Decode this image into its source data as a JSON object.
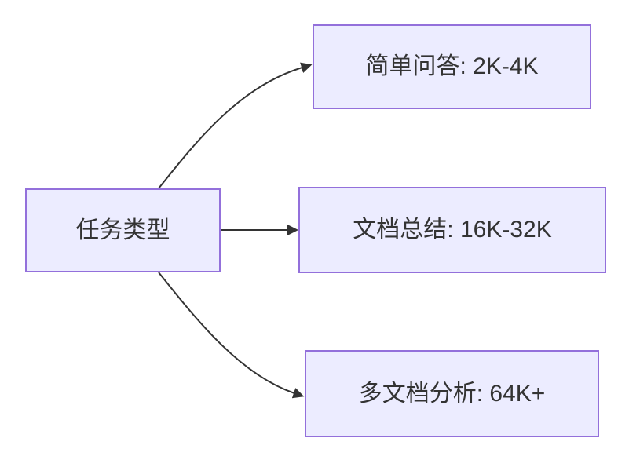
{
  "diagram": {
    "type": "flowchart",
    "direction": "left-to-right",
    "root": {
      "label": "任务类型"
    },
    "branches": [
      {
        "label": "简单问答: 2K-4K"
      },
      {
        "label": "文档总结: 16K-32K"
      },
      {
        "label": "多文档分析: 64K+"
      }
    ],
    "colors": {
      "node_fill": "#ECECFF",
      "node_border": "#9370DB",
      "edge_line": "#333333",
      "text": "#333333",
      "background": "#FFFFFF"
    }
  }
}
